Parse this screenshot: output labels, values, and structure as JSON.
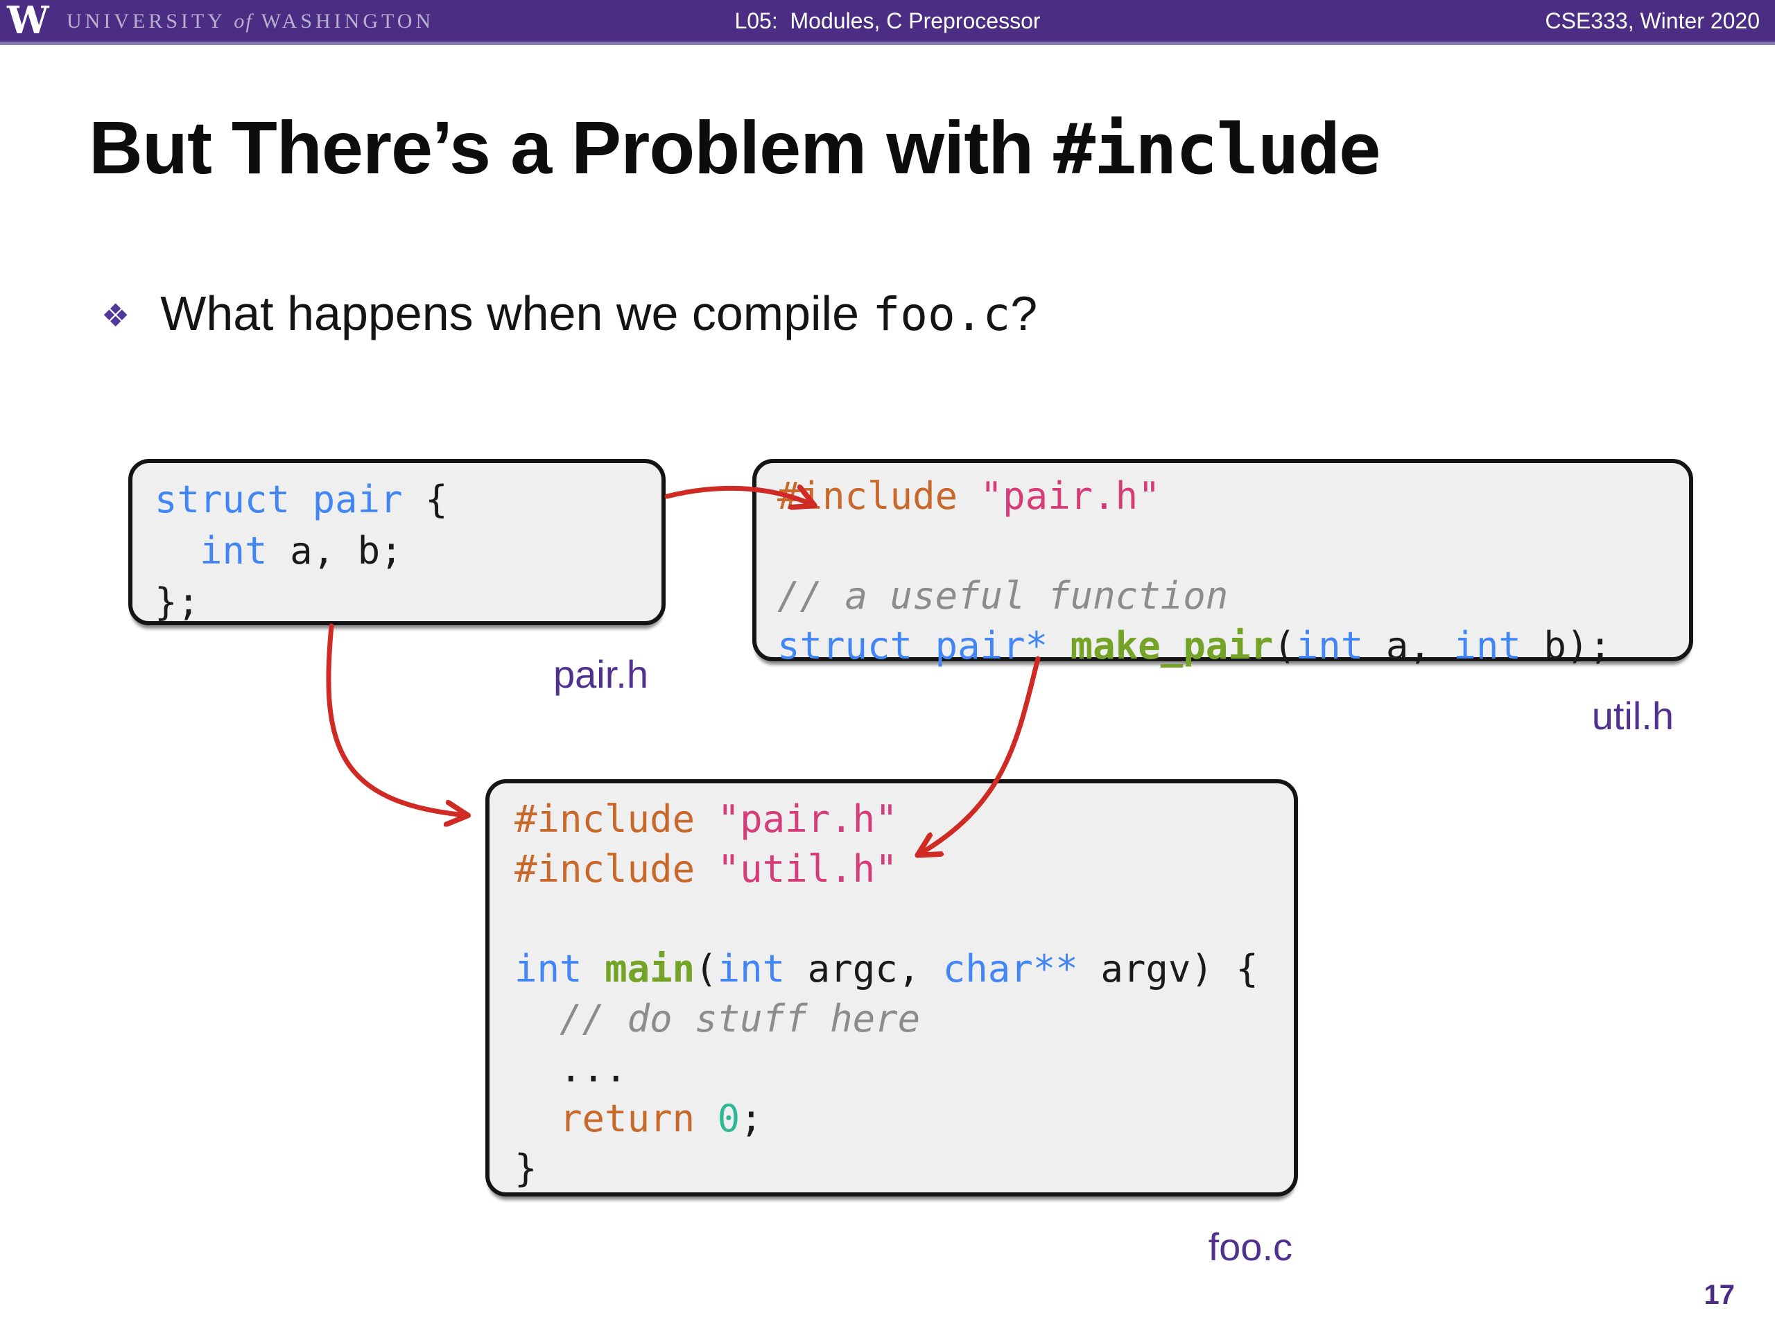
{
  "header": {
    "logo": "W",
    "university_1": "UNIVERSITY",
    "university_of": "of",
    "university_2": "WASHINGTON",
    "lecture": "L05:  Modules, C Preprocessor",
    "course": "CSE333, Winter 2020"
  },
  "title": {
    "plain": "But There’s a Problem with ",
    "code": "#include"
  },
  "bullet": {
    "icon": "❖",
    "pre": "What happens when we compile ",
    "code": "foo.c",
    "post": "?"
  },
  "boxes": {
    "pairh": {
      "label": "pair.h",
      "lines": [
        [
          {
            "t": "struct pair",
            "c": "k"
          },
          {
            "t": " {",
            "c": "p"
          }
        ],
        [
          {
            "t": "  ",
            "c": "p"
          },
          {
            "t": "int",
            "c": "k"
          },
          {
            "t": " a, b;",
            "c": "p"
          }
        ],
        [
          {
            "t": "};",
            "c": "p"
          }
        ]
      ]
    },
    "utilh": {
      "label": "util.h",
      "lines": [
        [
          {
            "t": "#include",
            "c": "pre"
          },
          {
            "t": " ",
            "c": "p"
          },
          {
            "t": "\"pair.h\"",
            "c": "s"
          }
        ],
        [
          {
            "t": " ",
            "c": "p"
          }
        ],
        [
          {
            "t": "// a useful function",
            "c": "c"
          }
        ],
        [
          {
            "t": "struct pair*",
            "c": "k"
          },
          {
            "t": " ",
            "c": "p"
          },
          {
            "t": "make_pair",
            "c": "f"
          },
          {
            "t": "(",
            "c": "p"
          },
          {
            "t": "int",
            "c": "k"
          },
          {
            "t": " a, ",
            "c": "p"
          },
          {
            "t": "int",
            "c": "k"
          },
          {
            "t": " b);",
            "c": "p"
          }
        ]
      ]
    },
    "fooc": {
      "label": "foo.c",
      "lines": [
        [
          {
            "t": "#include",
            "c": "pre"
          },
          {
            "t": " ",
            "c": "p"
          },
          {
            "t": "\"pair.h\"",
            "c": "s"
          }
        ],
        [
          {
            "t": "#include",
            "c": "pre"
          },
          {
            "t": " ",
            "c": "p"
          },
          {
            "t": "\"util.h\"",
            "c": "s"
          }
        ],
        [
          {
            "t": " ",
            "c": "p"
          }
        ],
        [
          {
            "t": "int",
            "c": "k"
          },
          {
            "t": " ",
            "c": "p"
          },
          {
            "t": "main",
            "c": "f"
          },
          {
            "t": "(",
            "c": "p"
          },
          {
            "t": "int",
            "c": "k"
          },
          {
            "t": " argc, ",
            "c": "p"
          },
          {
            "t": "char**",
            "c": "k"
          },
          {
            "t": " argv) {",
            "c": "p"
          }
        ],
        [
          {
            "t": "  // do stuff here",
            "c": "c"
          }
        ],
        [
          {
            "t": "  ...",
            "c": "p"
          }
        ],
        [
          {
            "t": "  ",
            "c": "p"
          },
          {
            "t": "return",
            "c": "pre"
          },
          {
            "t": " ",
            "c": "p"
          },
          {
            "t": "0",
            "c": "n"
          },
          {
            "t": ";",
            "c": "p"
          }
        ],
        [
          {
            "t": "}",
            "c": "p"
          }
        ]
      ]
    }
  },
  "page_number": "17",
  "colors": {
    "header_purple": "#4b2e83",
    "label_purple": "#50318f",
    "arrow_red": "#cf2b24",
    "keyword_blue": "#4285f4",
    "preprocessor_orange": "#c8682b",
    "string_pink": "#d63c78",
    "comment_gray": "#8c8c8c",
    "function_green": "#74a328",
    "number_teal": "#2db896",
    "box_background": "#efefef"
  }
}
